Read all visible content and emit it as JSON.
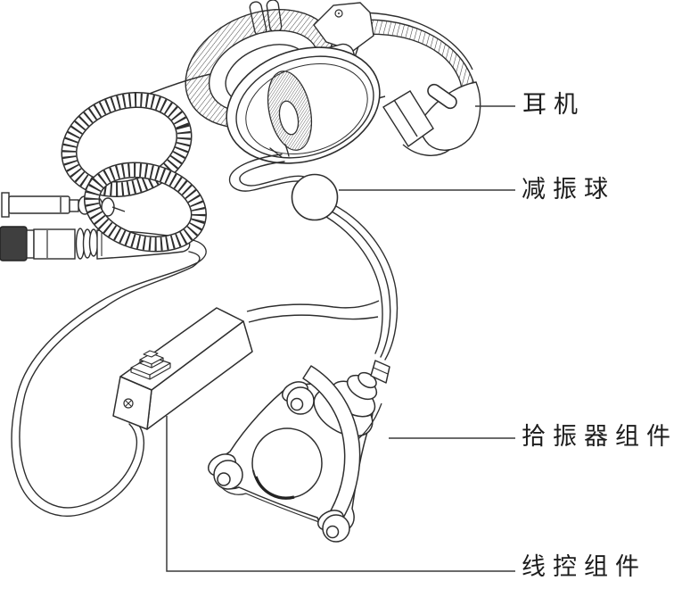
{
  "labels": {
    "headphone": "耳机",
    "damping_ball": "减振球",
    "pickup_assembly": "拾振器组件",
    "wire_control_assembly": "线控组件"
  },
  "colors": {
    "background": "#ffffff",
    "line": "#2e2e2e",
    "leader_line": "#3a3a3a",
    "text": "#1c1c1c",
    "connector_cap": "#3f3f3f"
  },
  "figure": {
    "type": "technical-line-drawing",
    "parts": [
      {
        "icon": "headphones-illustration",
        "label_key": "headphone"
      },
      {
        "icon": "damping-ball-illustration",
        "label_key": "damping_ball"
      },
      {
        "icon": "vibration-pickup-illustration",
        "label_key": "pickup_assembly"
      },
      {
        "icon": "inline-control-box-illustration",
        "label_key": "wire_control_assembly"
      },
      {
        "icon": "coiled-cord-illustration"
      },
      {
        "icon": "plug-connector-illustration"
      },
      {
        "icon": "threaded-connector-illustration"
      }
    ]
  }
}
